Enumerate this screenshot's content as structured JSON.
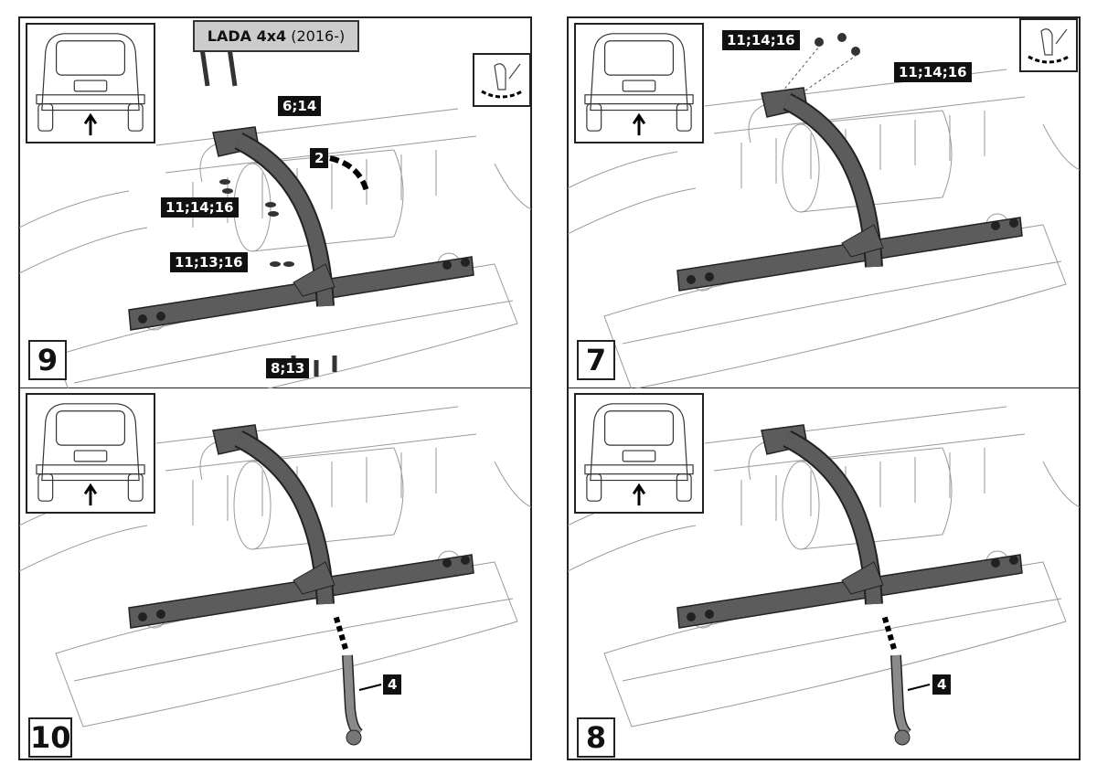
{
  "header": {
    "title_bold": "LADA 4x4",
    "title_rest": "(2016-)"
  },
  "panels": [
    {
      "step": "9",
      "labels": [
        "6;14",
        "2",
        "11;14;16",
        "11;13;16",
        "8;13"
      ]
    },
    {
      "step": "7",
      "labels": [
        "11;14;16",
        "11;14;16"
      ]
    },
    {
      "step": "10",
      "labels": [
        "4"
      ]
    },
    {
      "step": "8",
      "labels": [
        "4"
      ]
    }
  ],
  "colors": {
    "part": "#5c5c5c",
    "outline": "#222222",
    "background_lines": "#9a9a9a",
    "title_bg": "#cccccc"
  }
}
